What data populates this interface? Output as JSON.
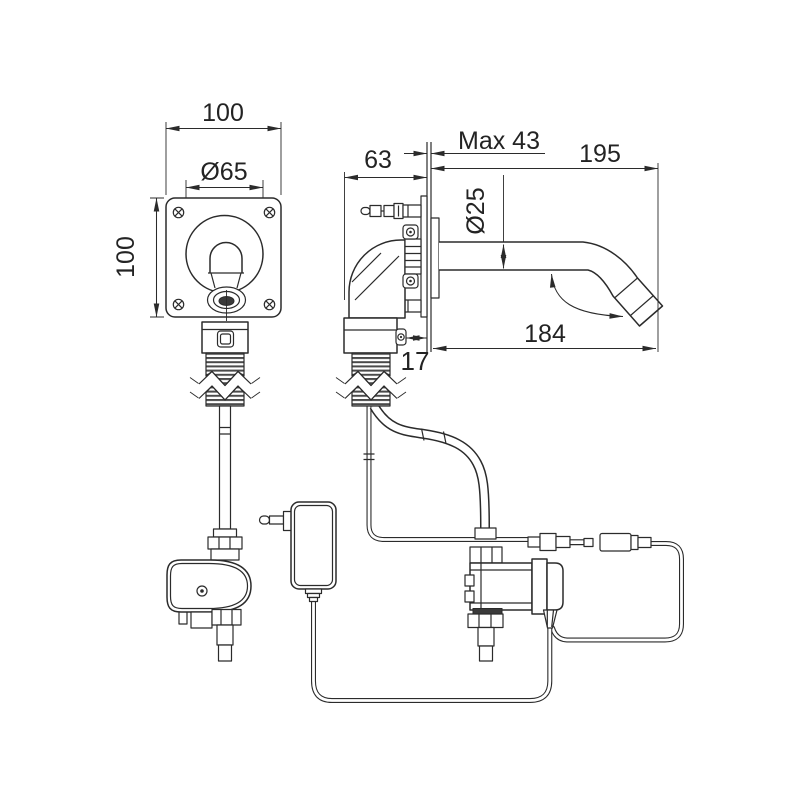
{
  "dimensions": {
    "front": {
      "width": "100",
      "escutcheon_diameter": "Ø65",
      "height": "100"
    },
    "side": {
      "body_depth": "63",
      "max_wall_thickness": "Max 43",
      "spout_length": "195",
      "spout_diameter": "Ø25",
      "spout_reach": "184",
      "gland_offset": "17"
    }
  },
  "colors": {
    "line": "#2b2b2b",
    "background": "#ffffff",
    "thread_fill": "#4a4a4a"
  }
}
